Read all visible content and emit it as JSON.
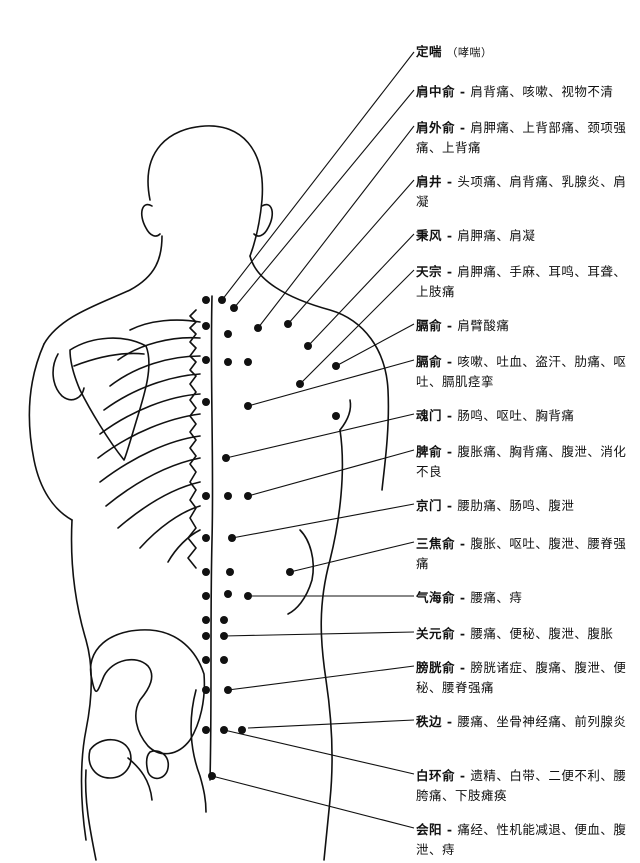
{
  "title_point": {
    "name": "定喘",
    "note": "（哮喘）"
  },
  "points": [
    {
      "name": "肩中俞",
      "desc": "肩背痛、咳嗽、视物不清"
    },
    {
      "name": "肩外俞",
      "desc": "肩胛痛、上背部痛、颈项强痛、上背痛"
    },
    {
      "name": "肩井",
      "desc": "头项痛、肩背痛、乳腺炎、肩凝"
    },
    {
      "name": "秉风",
      "desc": "肩胛痛、肩凝"
    },
    {
      "name": "天宗",
      "desc": "肩胛痛、手麻、耳鸣、耳聋、上肢痛"
    },
    {
      "name": "膈俞",
      "desc": "肩臂酸痛"
    },
    {
      "name": "膈俞",
      "desc": "咳嗽、吐血、盗汗、肋痛、呕吐、膈肌痉挛"
    },
    {
      "name": "魂门",
      "desc": "肠鸣、呕吐、胸背痛"
    },
    {
      "name": "脾俞",
      "desc": "腹胀痛、胸背痛、腹泄、消化不良"
    },
    {
      "name": "京门",
      "desc": "腰肋痛、肠鸣、腹泄"
    },
    {
      "name": "三焦俞",
      "desc": "腹胀、呕吐、腹泄、腰脊强痛"
    },
    {
      "name": "气海俞",
      "desc": "腰痛、痔"
    },
    {
      "name": "关元俞",
      "desc": "腰痛、便秘、腹泄、腹胀"
    },
    {
      "name": "膀胱俞",
      "desc": "膀胱诸症、腹痛、腹泄、便秘、腰脊强痛"
    },
    {
      "name": "秩边",
      "desc": "腰痛、坐骨神经痛、前列腺炎"
    },
    {
      "name": "白环俞",
      "desc": "遗精、白带、二便不利、腰胯痛、下肢瘫痪"
    },
    {
      "name": "会阳",
      "desc": "痛经、性机能减退、便血、腹泄、痔"
    }
  ]
}
